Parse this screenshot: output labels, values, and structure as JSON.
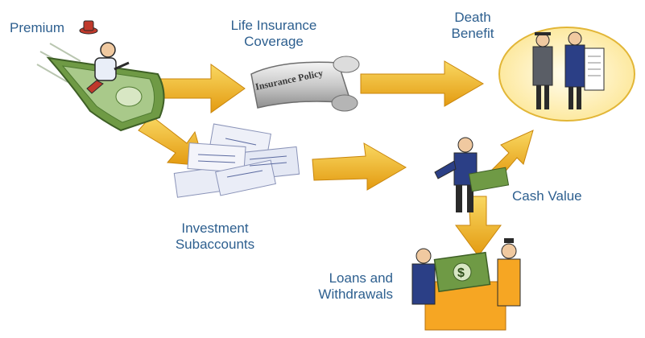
{
  "labels": {
    "premium": "Premium",
    "life_insurance_line1": "Life Insurance",
    "life_insurance_line2": "Coverage",
    "death_benefit_line1": "Death",
    "death_benefit_line2": "Benefit",
    "cash_value": "Cash Value",
    "investment_line1": "Investment",
    "investment_line2": "Subaccounts",
    "loans_line1": "Loans and",
    "loans_line2": "Withdrawals"
  },
  "policy_scroll_text": "Insurance Policy",
  "bill_symbol": "$",
  "colors": {
    "label": "#2d5f8f",
    "arrow_light": "#f7cf4a",
    "arrow_dark": "#e39a10",
    "money": "#6f9a45",
    "paper": "#e9ecf6",
    "suit_blue": "#2b3f86",
    "suit_gray": "#5a5e66",
    "spotlight": "#fff7d6"
  }
}
